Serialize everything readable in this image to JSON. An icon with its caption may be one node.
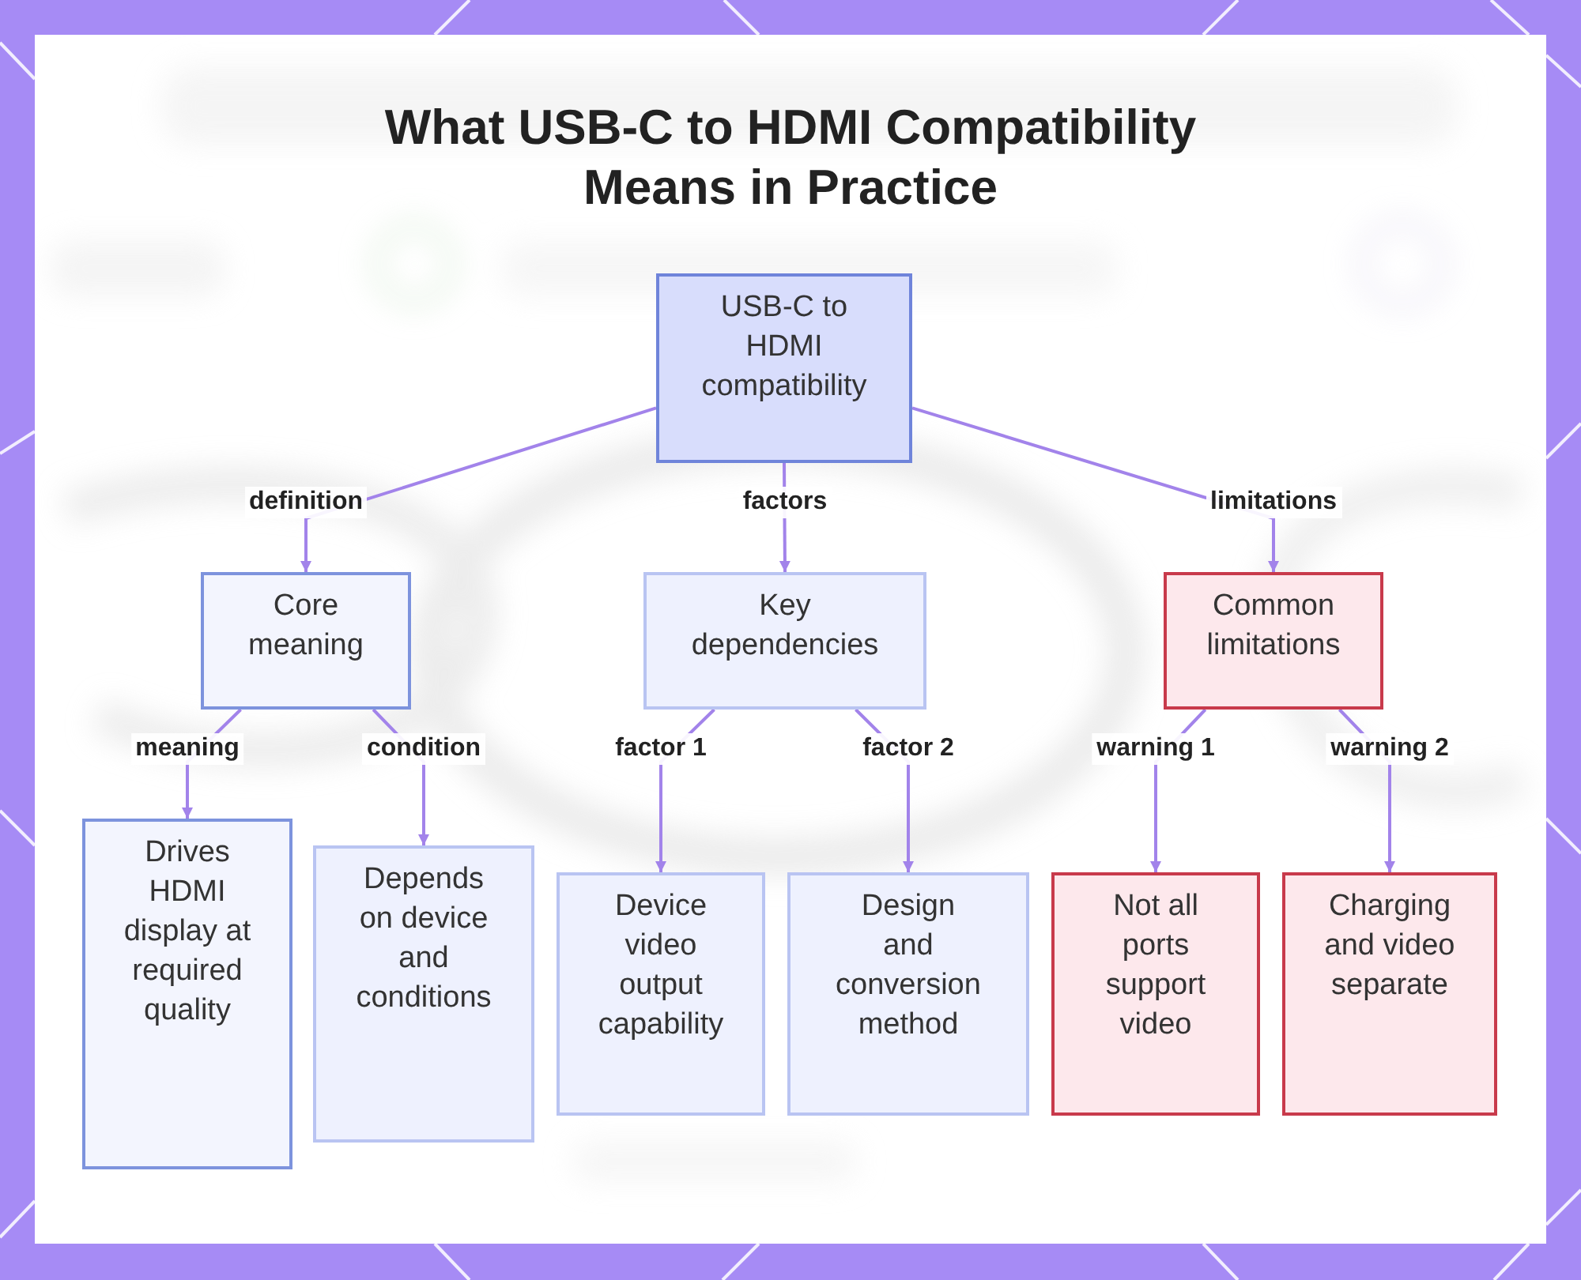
{
  "diagram": {
    "title": "What USB-C to HDMI Compatibility Means in Practice",
    "nodes": [
      {
        "text": [
          "USB-C to HDMI compatibility"
        ]
      },
      {
        "text": [
          "Core meaning"
        ]
      },
      {
        "text": [
          "Key dependencies"
        ]
      },
      {
        "text": [
          "Common limitations"
        ]
      },
      {
        "text": [
          "Drives HDMI display at required quality"
        ]
      },
      {
        "text": [
          "Depends on device and conditions"
        ]
      },
      {
        "text": [
          "Device video output capability"
        ]
      },
      {
        "text": [
          "Design and conversion method"
        ]
      },
      {
        "text": [
          "Not all ports support video"
        ]
      },
      {
        "text": [
          "Charging and video separate"
        ]
      }
    ],
    "edges": [
      {
        "from": 0,
        "to": 1,
        "arrow": "to",
        "label": "definition"
      },
      {
        "from": 0,
        "to": 2,
        "arrow": "to",
        "label": "factors"
      },
      {
        "from": 0,
        "to": 3,
        "arrow": "to",
        "label": "limitations"
      },
      {
        "from": 1,
        "to": 4,
        "arrow": "to",
        "label": "meaning"
      },
      {
        "from": 1,
        "to": 5,
        "arrow": "to",
        "label": "condition"
      },
      {
        "from": 2,
        "to": 6,
        "arrow": "to",
        "label": "factor 1"
      },
      {
        "from": 2,
        "to": 7,
        "arrow": "to",
        "label": "factor 2"
      },
      {
        "from": 3,
        "to": 8,
        "arrow": "to",
        "label": "warning 1"
      },
      {
        "from": 3,
        "to": 9,
        "arrow": "to",
        "label": "warning 2"
      }
    ]
  }
}
